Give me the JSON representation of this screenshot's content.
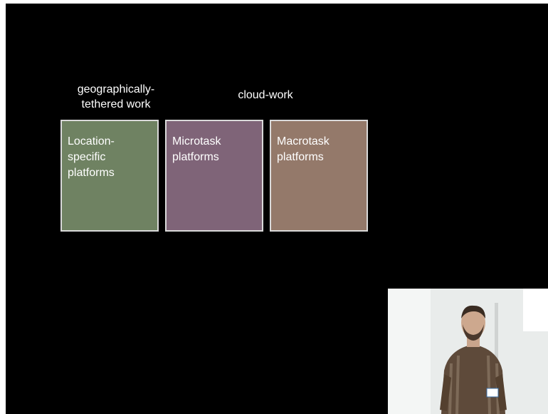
{
  "slide": {
    "headings": {
      "geographically_tethered": "geographically-\ntethered work",
      "cloud_work": "cloud-work"
    },
    "boxes": [
      {
        "label": "Location-\nspecific\nplatforms",
        "fill": "#6f8262"
      },
      {
        "label": "Microtask\nplatforms",
        "fill": "#7f6478"
      },
      {
        "label": "Macrotask\nplatforms",
        "fill": "#94796a"
      }
    ]
  },
  "presenter_video": {
    "background": "#e9eceb"
  }
}
